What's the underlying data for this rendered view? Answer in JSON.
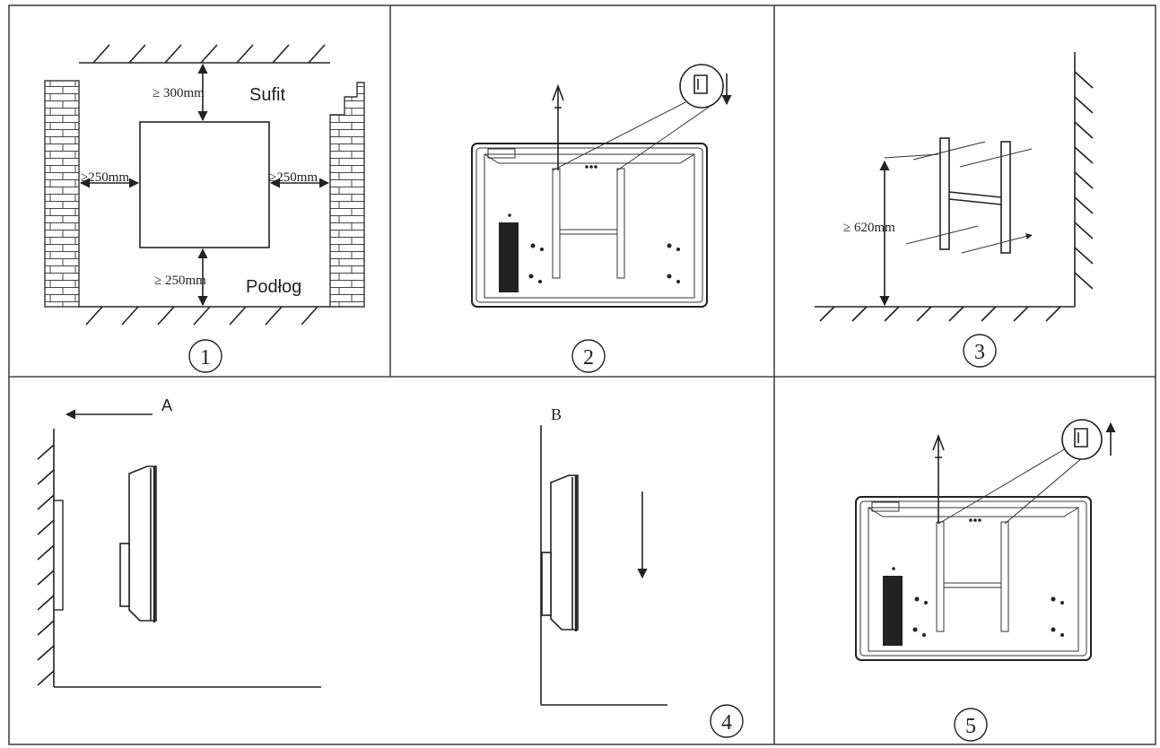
{
  "panel1": {
    "ceiling_gap": "≥ 300mm",
    "ceiling_label": "Sufit",
    "left_gap": "≥250mm",
    "right_gap": "≥250mm",
    "floor_gap": "≥ 250mm",
    "floor_label": "Podłog",
    "step": "1"
  },
  "panel2": {
    "step": "2"
  },
  "panel3": {
    "height_label": "≥ 620mm",
    "step": "3"
  },
  "panel4": {
    "label_a": "A",
    "label_b": "B",
    "step": "4"
  },
  "panel5": {
    "step": "5"
  }
}
